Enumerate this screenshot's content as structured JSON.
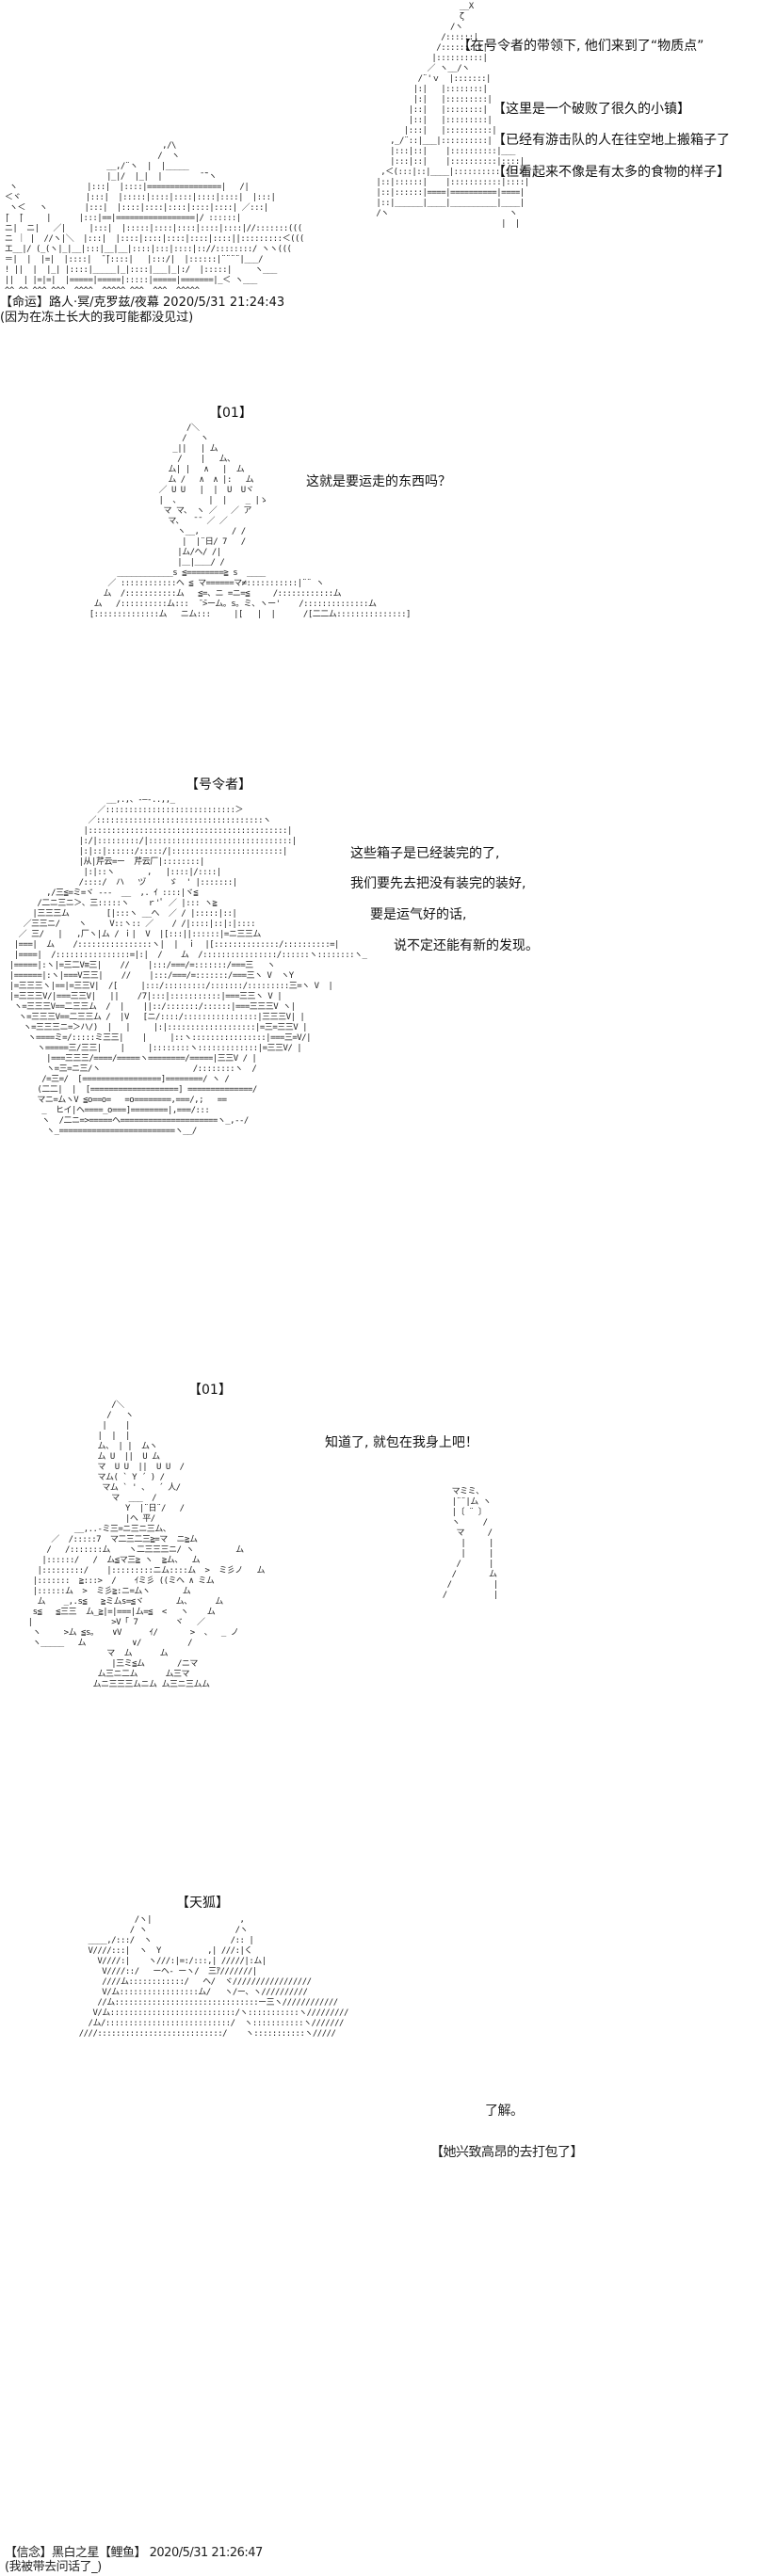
{
  "panel1": {
    "lines": [
      "【在号令者的带领下, 他们来到了“物质点”",
      "【这里是一个破败了很久的小镇】",
      "【已经有游击队的人在往空地上搬箱子了",
      "【但看起来不像是有太多的食物的样子】"
    ],
    "meta1": "【命运】路人·冥/克罗兹/夜幕 2020/5/31 21:24:43",
    "meta2": "(因为在冻土长大的我可能都没见过)"
  },
  "panel2": {
    "tag": "【01】",
    "line": "这就是要运走的东西吗？"
  },
  "panel3": {
    "tag": "【号令者】",
    "lines": [
      "这些箱子是已经装完的了,",
      "我们要先去把没有装完的装好,",
      "要是运气好的话,",
      "说不定还能有新的发现。"
    ]
  },
  "panel4": {
    "tag": "【01】",
    "line": "知道了, 就包在我身上吧！"
  },
  "panel5": {
    "tag": "【天狐】",
    "line1": "了解。",
    "line2": "【她兴致高昂的去打包了】",
    "meta1": "【信念】黑白之星【鲤鱼】 2020/5/31 21:26:47",
    "meta2": "(我被带去问话了_)"
  }
}
